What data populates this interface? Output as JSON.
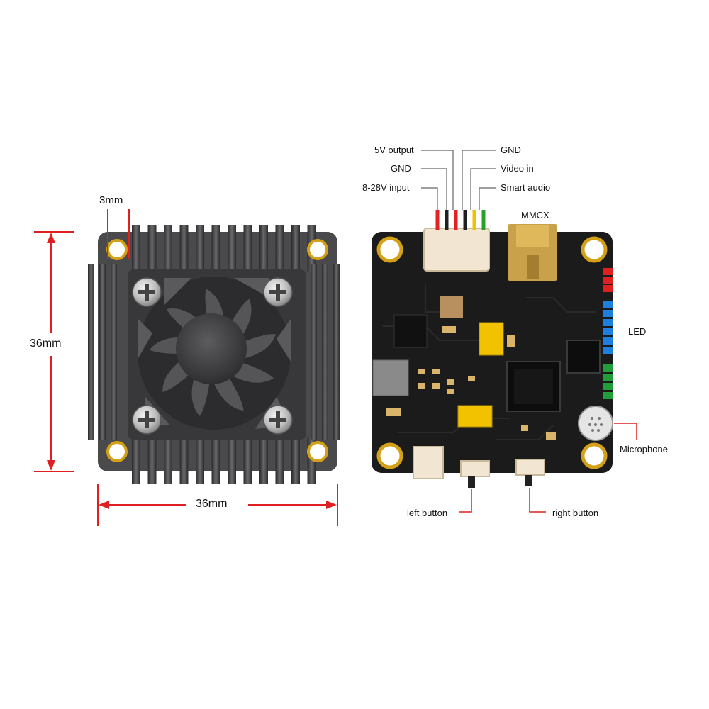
{
  "dimensions": {
    "hole_offset": "3mm",
    "height": "36mm",
    "width": "36mm"
  },
  "pin_labels": {
    "out_5v": "5V output",
    "gnd_top": "GND",
    "gnd_left": "GND",
    "video_in": "Video in",
    "power_in": "8-28V input",
    "smart_audio": "Smart audio"
  },
  "component_labels": {
    "mmcx": "MMCX",
    "led": "LED",
    "microphone": "Microphone",
    "left_button": "left button",
    "right_button": "right button"
  },
  "colors": {
    "dimension_line": "#e02020",
    "heatsink": "#3d3d3f",
    "pcb": "#1b1b1b",
    "gold_pad": "#d4a017",
    "wire_red": "#e52222",
    "wire_black": "#202020",
    "wire_yellow": "#f2c200",
    "wire_green": "#2aa02a",
    "led_red": "#e02020",
    "led_blue": "#1e7fe0",
    "led_green": "#1f9e3a"
  }
}
